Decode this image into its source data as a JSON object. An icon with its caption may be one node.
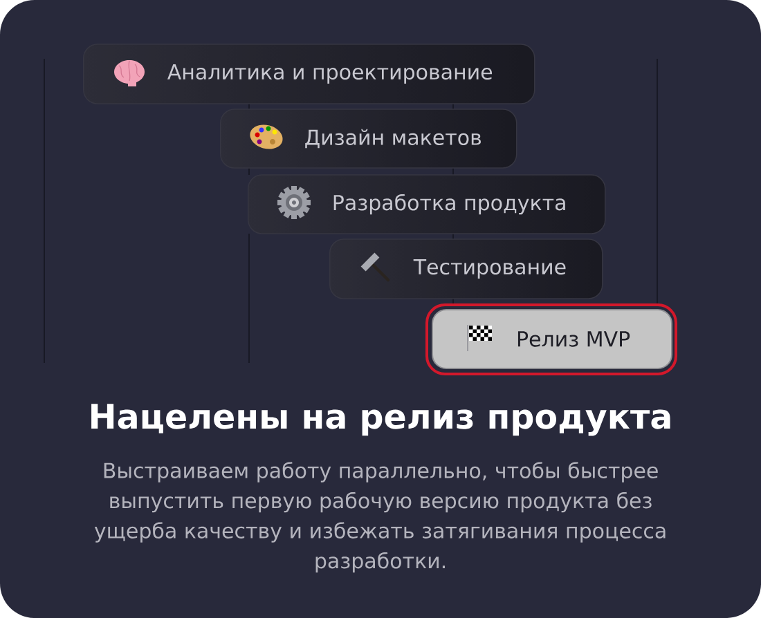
{
  "diagram": {
    "title": "Нацелены на релиз продукта",
    "caption": "Выстраиваем работу параллельно, чтобы быстрее выпустить первую рабочую версию продукта без ущерба качеству и избежать затягивания процесса разработки.",
    "nodes": [
      {
        "text": [
          "Аналитика и проектирование"
        ]
      },
      {
        "text": [
          "Дизайн макетов"
        ]
      },
      {
        "text": [
          "Разработка продукта"
        ]
      },
      {
        "text": [
          "Тестирование"
        ]
      },
      {
        "text": [
          "Релиз MVP"
        ]
      }
    ]
  }
}
